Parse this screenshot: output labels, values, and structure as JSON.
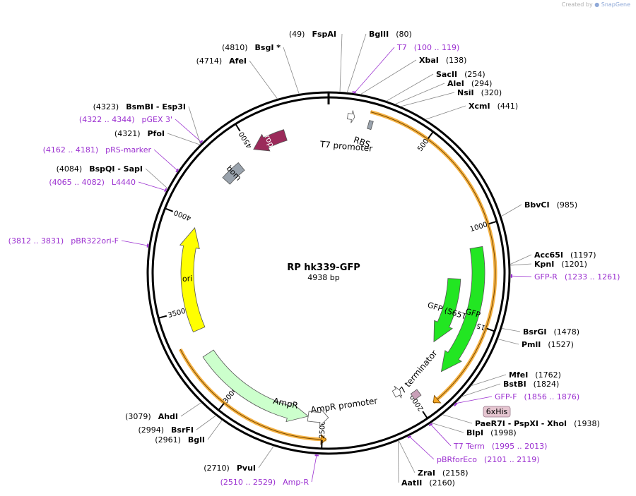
{
  "watermark": {
    "prefix": "Created by",
    "brand": "SnapGene"
  },
  "plasmid": {
    "name": "RP hk339-GFP",
    "length_label": "4938 bp",
    "length": 4938
  },
  "colors": {
    "backbone": "#000000",
    "enzyme_text": "#000000",
    "primer": "#9b30d0",
    "leader": "#888888",
    "gfp": "#22e622",
    "ori": "#ffff00",
    "ampr": "#ccffcc",
    "rop": "#9b2a5a",
    "bom": "#9aa3ad",
    "orange_feature": "#f5a623",
    "his_tag": "#e5c5d0"
  },
  "ticks": [
    {
      "bp": 500,
      "label": "500"
    },
    {
      "bp": 1000,
      "label": "1000"
    },
    {
      "bp": 1500,
      "label": "1500"
    },
    {
      "bp": 2000,
      "label": "2000"
    },
    {
      "bp": 2500,
      "label": "2500"
    },
    {
      "bp": 3000,
      "label": "3000"
    },
    {
      "bp": 3500,
      "label": "3500"
    },
    {
      "bp": 4000,
      "label": "4000"
    },
    {
      "bp": 4500,
      "label": "4500"
    }
  ],
  "features": [
    {
      "name": "rop",
      "label": "rop",
      "type": "arrow",
      "start": 4510,
      "end": 4700,
      "strand": -1,
      "color": "#9b2a5a",
      "text_color": "#ffffff"
    },
    {
      "name": "bom",
      "label": "bom",
      "type": "box",
      "start": 4280,
      "end": 4400,
      "color": "#9aa3ad",
      "text_color": "#000000"
    },
    {
      "name": "ori",
      "label": "ori",
      "type": "arrow",
      "start": 3380,
      "end": 3960,
      "strand": 1,
      "color": "#ffff00",
      "text_color": "#000000"
    },
    {
      "name": "ampr",
      "label": "AmpR",
      "type": "arrow",
      "start": 2580,
      "end": 3240,
      "strand": -1,
      "color": "#ccffcc",
      "text_color": "#000000"
    },
    {
      "name": "ampr-promoter",
      "label": "AmpR promoter",
      "type": "arrow",
      "start": 2470,
      "end": 2580,
      "strand": -1,
      "color": "#ffffff",
      "text_color": "#000000"
    },
    {
      "name": "gfp-s65t",
      "label": "GFP (S65T)",
      "type": "arrow",
      "start": 1270,
      "end": 1690,
      "strand": 1,
      "color": "#22e622",
      "text_color": "#000000"
    },
    {
      "name": "gfp",
      "label": "GFP",
      "type": "arrow",
      "start": 1100,
      "end": 1800,
      "strand": 1,
      "color": "#22e622",
      "text_color": "#000000"
    },
    {
      "name": "t7-promoter",
      "label": "T7 promoter",
      "type": "arrow",
      "start": 95,
      "end": 130,
      "strand": 1,
      "color": "#ffffff",
      "text_color": "#000000"
    },
    {
      "name": "rbs",
      "label": "RBS",
      "type": "box",
      "start": 205,
      "end": 225,
      "color": "#9aa3ad",
      "text_color": "#000000"
    },
    {
      "name": "t7-terminator",
      "label": "T7 terminator",
      "type": "box",
      "start": 1960,
      "end": 2000,
      "color": "#c9a0b8",
      "text_color": "#000000"
    },
    {
      "name": "t7-terminator-arrow",
      "label": "",
      "type": "arrow",
      "start": 2040,
      "end": 2080,
      "strand": -1,
      "color": "#ffffff",
      "text_color": "#000000"
    }
  ],
  "orange_arcs": [
    {
      "start": 200,
      "end": 1935,
      "strand": 1
    },
    {
      "start": 2480,
      "end": 3330,
      "strand": -1
    }
  ],
  "his_tag": {
    "label": "6xHis",
    "bp": 1915
  },
  "sites": [
    {
      "name": "fspai",
      "side": "right",
      "kind": "enzyme",
      "pos_text": "(49)",
      "label": "FspAI",
      "suffix": "",
      "bp": 49
    },
    {
      "name": "bglii",
      "side": "right",
      "kind": "enzyme",
      "pos_text": "",
      "label": "BglII",
      "suffix": "(80)",
      "bp": 80
    },
    {
      "name": "t7-primer",
      "side": "right",
      "kind": "primer",
      "pos_text": "",
      "label": "T7",
      "suffix": "(100 .. 119)",
      "bp": 110
    },
    {
      "name": "xbai",
      "side": "right",
      "kind": "enzyme",
      "pos_text": "",
      "label": "XbaI",
      "suffix": "(138)",
      "bp": 138
    },
    {
      "name": "sacii",
      "side": "right",
      "kind": "enzyme",
      "pos_text": "",
      "label": "SacII",
      "suffix": "(254)",
      "bp": 254
    },
    {
      "name": "alei",
      "side": "right",
      "kind": "enzyme",
      "pos_text": "",
      "label": "AleI",
      "suffix": "(294)",
      "bp": 294
    },
    {
      "name": "nsii",
      "side": "right",
      "kind": "enzyme",
      "pos_text": "",
      "label": "NsiI",
      "suffix": "(320)",
      "bp": 320
    },
    {
      "name": "xcmi",
      "side": "right",
      "kind": "enzyme",
      "pos_text": "",
      "label": "XcmI",
      "suffix": "(441)",
      "bp": 441
    },
    {
      "name": "bbvci",
      "side": "right",
      "kind": "enzyme",
      "pos_text": "",
      "label": "BbvCI",
      "suffix": "(985)",
      "bp": 985
    },
    {
      "name": "acc65i",
      "side": "right",
      "kind": "enzyme",
      "pos_text": "",
      "label": "Acc65I",
      "suffix": "(1197)",
      "bp": 1197
    },
    {
      "name": "kpni",
      "side": "right",
      "kind": "enzyme",
      "pos_text": "",
      "label": "KpnI",
      "suffix": "(1201)",
      "bp": 1201
    },
    {
      "name": "gfp-r-primer",
      "side": "right",
      "kind": "primer",
      "pos_text": "",
      "label": "GFP-R",
      "suffix": "(1233 .. 1261)",
      "bp": 1247
    },
    {
      "name": "bsrgi",
      "side": "right",
      "kind": "enzyme",
      "pos_text": "",
      "label": "BsrGI",
      "suffix": "(1478)",
      "bp": 1478
    },
    {
      "name": "pmli",
      "side": "right",
      "kind": "enzyme",
      "pos_text": "",
      "label": "PmlI",
      "suffix": "(1527)",
      "bp": 1527
    },
    {
      "name": "mfei",
      "side": "right",
      "kind": "enzyme",
      "pos_text": "",
      "label": "MfeI",
      "suffix": "(1762)",
      "bp": 1762
    },
    {
      "name": "bstbi",
      "side": "right",
      "kind": "enzyme",
      "pos_text": "",
      "label": "BstBI",
      "suffix": "(1824)",
      "bp": 1824
    },
    {
      "name": "gfp-f-primer",
      "side": "right",
      "kind": "primer",
      "pos_text": "",
      "label": "GFP-F",
      "suffix": "(1856 .. 1876)",
      "bp": 1866
    },
    {
      "name": "paer7i",
      "side": "right",
      "kind": "enzyme",
      "pos_text": "",
      "label": "PaeR7I  - PspXI  - XhoI",
      "suffix": "(1938)",
      "bp": 1938
    },
    {
      "name": "blpi",
      "side": "right",
      "kind": "enzyme",
      "pos_text": "",
      "label": "BlpI",
      "suffix": "(1998)",
      "bp": 1998
    },
    {
      "name": "t7-term-primer",
      "side": "right",
      "kind": "primer",
      "pos_text": "",
      "label": "T7 Term",
      "suffix": "(1995 .. 2013)",
      "bp": 2004
    },
    {
      "name": "pbrforeco-primer",
      "side": "right",
      "kind": "primer",
      "pos_text": "",
      "label": "pBRforEco",
      "suffix": "(2101 .. 2119)",
      "bp": 2110
    },
    {
      "name": "zrai",
      "side": "right",
      "kind": "enzyme",
      "pos_text": "",
      "label": "ZraI",
      "suffix": "(2158)",
      "bp": 2158
    },
    {
      "name": "aatii",
      "side": "right",
      "kind": "enzyme",
      "pos_text": "",
      "label": "AatII",
      "suffix": "(2160)",
      "bp": 2160
    },
    {
      "name": "amp-r-primer",
      "side": "left",
      "kind": "primer",
      "pos_text": "(2510 .. 2529)",
      "label": "Amp-R",
      "suffix": "",
      "bp": 2520
    },
    {
      "name": "pvui",
      "side": "left",
      "kind": "enzyme",
      "pos_text": "(2710)",
      "label": "PvuI",
      "suffix": "",
      "bp": 2710
    },
    {
      "name": "bgli",
      "side": "left",
      "kind": "enzyme",
      "pos_text": "(2961)",
      "label": "BglI",
      "suffix": "",
      "bp": 2961
    },
    {
      "name": "bsrfi",
      "side": "left",
      "kind": "enzyme",
      "pos_text": "(2994)",
      "label": "BsrFI",
      "suffix": "",
      "bp": 2994
    },
    {
      "name": "ahdi",
      "side": "left",
      "kind": "enzyme",
      "pos_text": "(3079)",
      "label": "AhdI",
      "suffix": "",
      "bp": 3079
    },
    {
      "name": "pbr322ori-f-primer",
      "side": "left",
      "kind": "primer",
      "pos_text": "(3812 .. 3831)",
      "label": "pBR322ori-F",
      "suffix": "",
      "bp": 3822
    },
    {
      "name": "l4440-primer",
      "side": "left",
      "kind": "primer",
      "pos_text": "(4065 .. 4082)",
      "label": "L4440",
      "suffix": "",
      "bp": 4074
    },
    {
      "name": "bspqi",
      "side": "left",
      "kind": "enzyme",
      "pos_text": "(4084)",
      "label": "BspQI  - SapI",
      "suffix": "",
      "bp": 4084
    },
    {
      "name": "prs-marker-primer",
      "side": "left",
      "kind": "primer",
      "pos_text": "(4162 .. 4181)",
      "label": "pRS-marker",
      "suffix": "",
      "bp": 4172
    },
    {
      "name": "pfoi",
      "side": "left",
      "kind": "enzyme",
      "pos_text": "(4321)",
      "label": "PfoI",
      "suffix": "",
      "bp": 4321
    },
    {
      "name": "pgex3-primer",
      "side": "left",
      "kind": "primer",
      "pos_text": "(4322 .. 4344)",
      "label": "pGEX 3'",
      "suffix": "",
      "bp": 4333
    },
    {
      "name": "bsmbi",
      "side": "left",
      "kind": "enzyme",
      "pos_text": "(4323)",
      "label": "BsmBI  - Esp3I",
      "suffix": "",
      "bp": 4323
    },
    {
      "name": "afei",
      "side": "left",
      "kind": "enzyme",
      "pos_text": "(4714)",
      "label": "AfeI",
      "suffix": "",
      "bp": 4714
    },
    {
      "name": "bsgi",
      "side": "left",
      "kind": "enzyme",
      "pos_text": "(4810)",
      "label": "BsgI *",
      "suffix": "",
      "bp": 4810
    }
  ]
}
